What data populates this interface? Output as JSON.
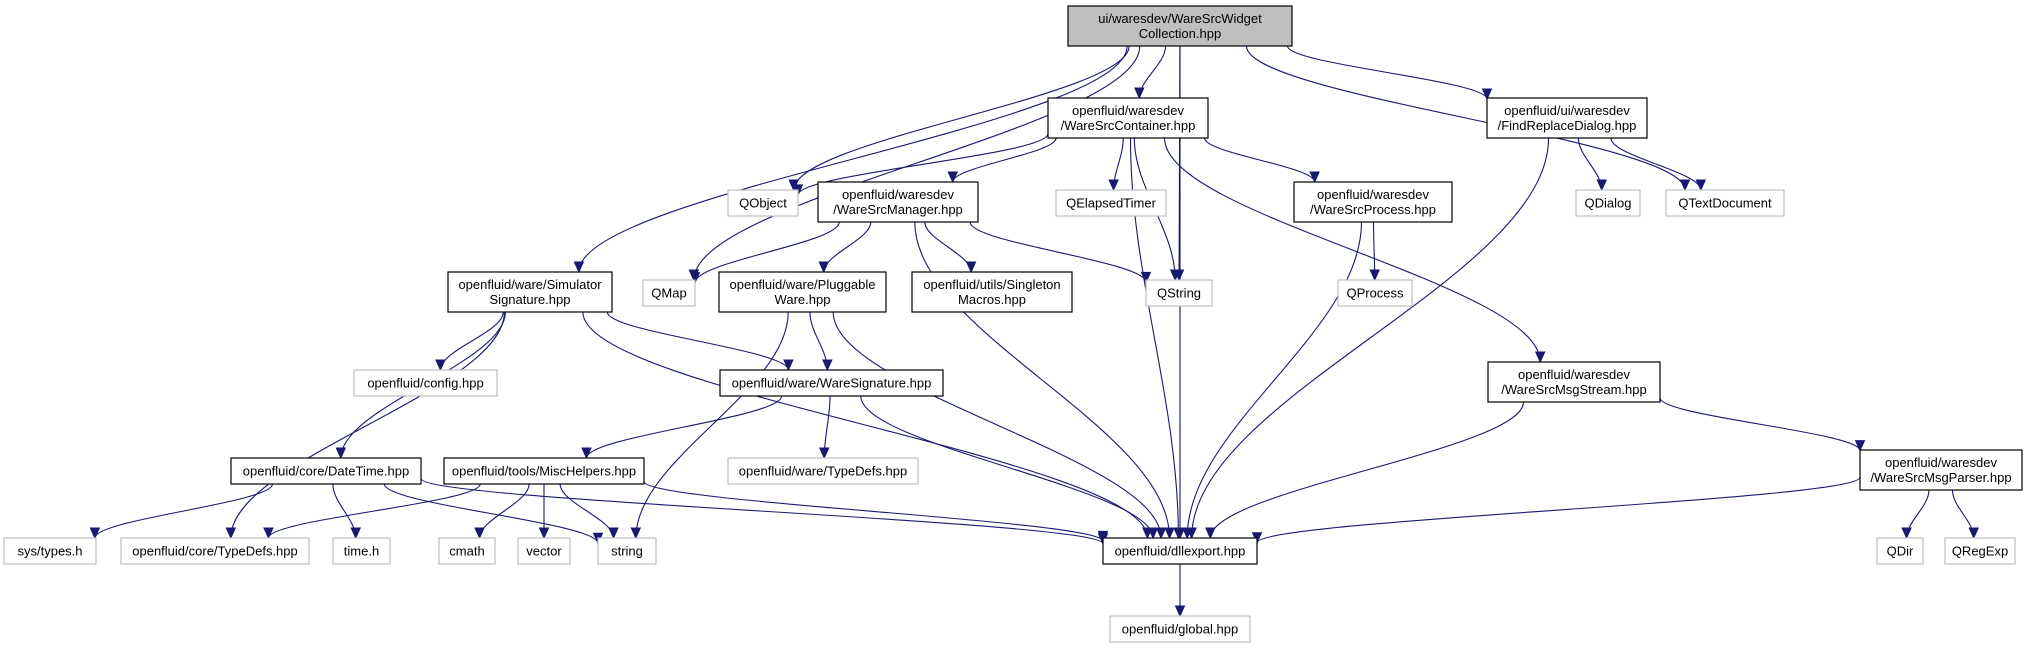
{
  "nodes": [
    {
      "id": "root",
      "lines": [
        "ui/waresdev/WareSrcWidget",
        "Collection.hpp"
      ],
      "kind": "root"
    },
    {
      "id": "container",
      "lines": [
        "openfluid/waresdev",
        "/WareSrcContainer.hpp"
      ],
      "kind": "internal"
    },
    {
      "id": "findreplace",
      "lines": [
        "openfluid/ui/waresdev",
        "/FindReplaceDialog.hpp"
      ],
      "kind": "internal"
    },
    {
      "id": "qobject",
      "lines": [
        "QObject"
      ],
      "kind": "external"
    },
    {
      "id": "manager",
      "lines": [
        "openfluid/waresdev",
        "/WareSrcManager.hpp"
      ],
      "kind": "internal"
    },
    {
      "id": "qelapsed",
      "lines": [
        "QElapsedTimer"
      ],
      "kind": "external"
    },
    {
      "id": "process",
      "lines": [
        "openfluid/waresdev",
        "/WareSrcProcess.hpp"
      ],
      "kind": "internal"
    },
    {
      "id": "qdialog",
      "lines": [
        "QDialog"
      ],
      "kind": "external"
    },
    {
      "id": "qtextdoc",
      "lines": [
        "QTextDocument"
      ],
      "kind": "external"
    },
    {
      "id": "simsig",
      "lines": [
        "openfluid/ware/Simulator",
        "Signature.hpp"
      ],
      "kind": "internal"
    },
    {
      "id": "qmap",
      "lines": [
        "QMap"
      ],
      "kind": "external"
    },
    {
      "id": "pluggable",
      "lines": [
        "openfluid/ware/Pluggable",
        "Ware.hpp"
      ],
      "kind": "internal"
    },
    {
      "id": "singleton",
      "lines": [
        "openfluid/utils/Singleton",
        "Macros.hpp"
      ],
      "kind": "internal"
    },
    {
      "id": "qstring",
      "lines": [
        "QString"
      ],
      "kind": "external"
    },
    {
      "id": "qprocess",
      "lines": [
        "QProcess"
      ],
      "kind": "external"
    },
    {
      "id": "config",
      "lines": [
        "openfluid/config.hpp"
      ],
      "kind": "external"
    },
    {
      "id": "waresig",
      "lines": [
        "openfluid/ware/WareSignature.hpp"
      ],
      "kind": "internal"
    },
    {
      "id": "msgstream",
      "lines": [
        "openfluid/waresdev",
        "/WareSrcMsgStream.hpp"
      ],
      "kind": "internal"
    },
    {
      "id": "waretypedefs",
      "lines": [
        "openfluid/ware/TypeDefs.hpp"
      ],
      "kind": "external"
    },
    {
      "id": "datetime",
      "lines": [
        "openfluid/core/DateTime.hpp"
      ],
      "kind": "internal"
    },
    {
      "id": "mischelpers",
      "lines": [
        "openfluid/tools/MiscHelpers.hpp"
      ],
      "kind": "internal"
    },
    {
      "id": "msgparser",
      "lines": [
        "openfluid/waresdev",
        "/WareSrcMsgParser.hpp"
      ],
      "kind": "internal"
    },
    {
      "id": "systypes",
      "lines": [
        "sys/types.h"
      ],
      "kind": "external"
    },
    {
      "id": "coretypedefs",
      "lines": [
        "openfluid/core/TypeDefs.hpp"
      ],
      "kind": "external"
    },
    {
      "id": "timeh",
      "lines": [
        "time.h"
      ],
      "kind": "external"
    },
    {
      "id": "cmath",
      "lines": [
        "cmath"
      ],
      "kind": "external"
    },
    {
      "id": "vector",
      "lines": [
        "vector"
      ],
      "kind": "external"
    },
    {
      "id": "string",
      "lines": [
        "string"
      ],
      "kind": "external"
    },
    {
      "id": "dllexport",
      "lines": [
        "openfluid/dllexport.hpp"
      ],
      "kind": "internal"
    },
    {
      "id": "qdir",
      "lines": [
        "QDir"
      ],
      "kind": "external"
    },
    {
      "id": "qregexp",
      "lines": [
        "QRegExp"
      ],
      "kind": "external"
    },
    {
      "id": "global",
      "lines": [
        "openfluid/global.hpp"
      ],
      "kind": "external"
    }
  ],
  "edges": [
    [
      "root",
      "container"
    ],
    [
      "root",
      "findreplace"
    ],
    [
      "root",
      "qobject"
    ],
    [
      "root",
      "simsig"
    ],
    [
      "root",
      "qmap"
    ],
    [
      "root",
      "qstring"
    ],
    [
      "root",
      "qtextdoc"
    ],
    [
      "root",
      "dllexport"
    ],
    [
      "container",
      "qobject"
    ],
    [
      "container",
      "manager"
    ],
    [
      "container",
      "qelapsed"
    ],
    [
      "container",
      "process"
    ],
    [
      "container",
      "qstring"
    ],
    [
      "container",
      "msgstream"
    ],
    [
      "container",
      "dllexport"
    ],
    [
      "findreplace",
      "qdialog"
    ],
    [
      "findreplace",
      "qtextdoc"
    ],
    [
      "findreplace",
      "dllexport"
    ],
    [
      "manager",
      "qmap"
    ],
    [
      "manager",
      "pluggable"
    ],
    [
      "manager",
      "singleton"
    ],
    [
      "manager",
      "qstring"
    ],
    [
      "manager",
      "dllexport"
    ],
    [
      "process",
      "qprocess"
    ],
    [
      "process",
      "dllexport"
    ],
    [
      "simsig",
      "config"
    ],
    [
      "simsig",
      "waresig"
    ],
    [
      "simsig",
      "datetime"
    ],
    [
      "simsig",
      "coretypedefs"
    ],
    [
      "simsig",
      "dllexport"
    ],
    [
      "pluggable",
      "waresig"
    ],
    [
      "pluggable",
      "string"
    ],
    [
      "pluggable",
      "dllexport"
    ],
    [
      "waresig",
      "mischelpers"
    ],
    [
      "waresig",
      "waretypedefs"
    ],
    [
      "waresig",
      "dllexport"
    ],
    [
      "msgstream",
      "msgparser"
    ],
    [
      "msgstream",
      "dllexport"
    ],
    [
      "datetime",
      "systypes"
    ],
    [
      "datetime",
      "timeh"
    ],
    [
      "datetime",
      "string"
    ],
    [
      "datetime",
      "dllexport"
    ],
    [
      "mischelpers",
      "coretypedefs"
    ],
    [
      "mischelpers",
      "cmath"
    ],
    [
      "mischelpers",
      "vector"
    ],
    [
      "mischelpers",
      "string"
    ],
    [
      "mischelpers",
      "dllexport"
    ],
    [
      "msgparser",
      "qdir"
    ],
    [
      "msgparser",
      "qregexp"
    ],
    [
      "msgparser",
      "dllexport"
    ],
    [
      "dllexport",
      "global"
    ]
  ]
}
